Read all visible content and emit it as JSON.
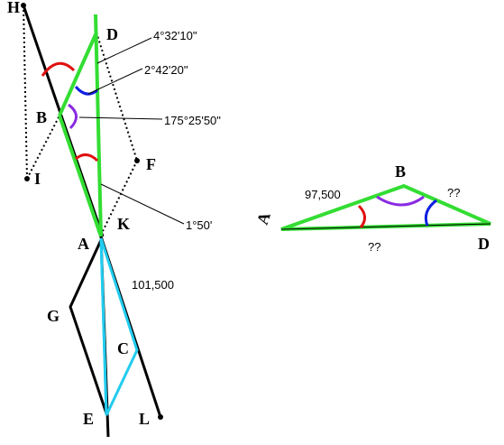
{
  "points": {
    "H": "H",
    "D": "D",
    "B": "B",
    "I": "I",
    "F": "F",
    "K": "K",
    "A": "A",
    "G": "G",
    "C": "C",
    "E": "E",
    "L": "L"
  },
  "annotations": {
    "angle_d_top": "4°32'10\"",
    "angle_d_second": "2°42'20\"",
    "angle_b": "175°25'50\"",
    "angle_k": "1°50'",
    "dist_ac": "101,500"
  },
  "triangle": {
    "label_a": "A",
    "label_b": "B",
    "label_d": "D",
    "side_ab": "97,500",
    "side_bd": "??",
    "side_ad": "??"
  },
  "colors": {
    "green": "#33dd33",
    "cyan": "#22ccee",
    "red": "#e01010",
    "blue": "#1020e0",
    "purple": "#8a2be2"
  }
}
